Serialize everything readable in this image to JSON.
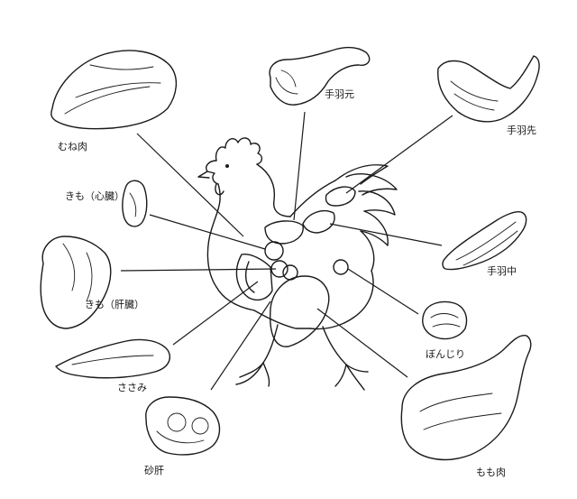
{
  "labels": {
    "tebamoto": "手羽元",
    "tebasaki": "手羽先",
    "muneniku": "むね肉",
    "kimo_shinzo": "きも（心臓）",
    "tebanaka": "手羽中",
    "kimo_kanzo": "きも（肝臓）",
    "bonjiri": "ぼんじり",
    "sasami": "ささみ",
    "sunagimo": "砂肝",
    "momoniku": "もも肉"
  },
  "colors": {
    "ink": "#1a1a1a",
    "background": "#ffffff"
  }
}
